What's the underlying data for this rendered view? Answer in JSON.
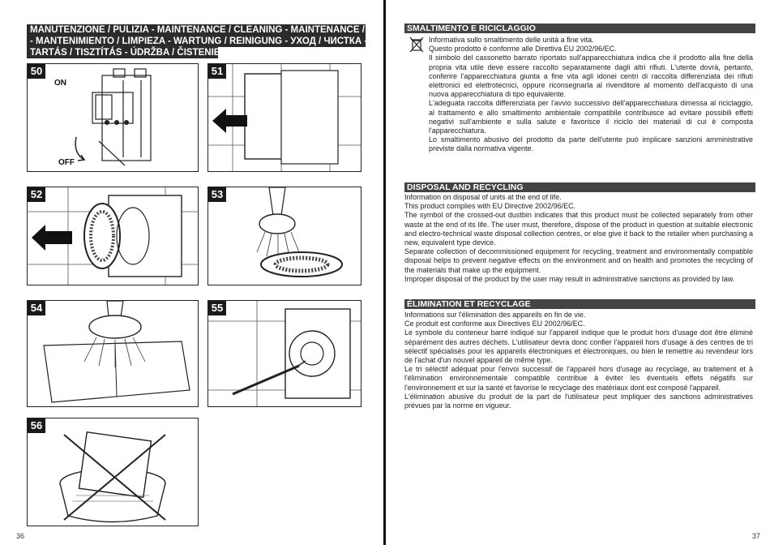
{
  "left_page": {
    "header_lines": [
      "MANUTENZIONE / PULIZIA - MAINTENANCE / CLEANING - MAINTENANCE / NETTOYAGE",
      "- MANTENIMIENTO / LIMPIEZA - WARTUNG / REINIGUNG - УХОД / ЧИСТКА - KARBAN-",
      "TARTÁS / TISZTÍTÁS - ÚDRŽBA / ČISTENIE"
    ],
    "figures": [
      {
        "num": "50",
        "on": "ON",
        "off": "OFF"
      },
      {
        "num": "51"
      },
      {
        "num": "52"
      },
      {
        "num": "53"
      },
      {
        "num": "54"
      },
      {
        "num": "55"
      },
      {
        "num": "56"
      }
    ],
    "page_number": "36"
  },
  "right_page": {
    "sections": [
      {
        "title": "SMALTIMENTO E RICICLAGGIO",
        "paragraphs": [
          "Informativa sullo smaltimento delle unità a fine vita.",
          "Questo prodotto è conforme alle Direttiva EU 2002/96/EC.",
          "Il simbolo del cassonetto barrato riportato sull'apparecchiatura indica che il prodotto alla fine della propria vita utile deve essere raccolto separatamente dagli altri rifiuti. L'utente dovrà, pertanto, conferire l'apparecchiatura giunta a fine vita agli idonei centri di raccolta differenziata dei rifiuti elettronici ed elettrotecnici, oppure riconsegnarla al rivenditore al momento dell'acquisto di una nuova apparecchiatura di tipo equivalente.",
          "L'adeguata raccolta differenziata per l'avvio successivo dell'apparecchiatura dimessa al riciclaggio, al trattamento e allo smaltimento ambientale compatibile contribuisce ad evitare possibili effetti negativi sull'ambiente e sulla salute e favorisce il riciclo dei materiali di cui è composta l'apparecchiatura.",
          "Lo smaltimento abusivo del prodotto da parte dell'utente può implicare sanzioni amministrative previste dalla normativa vigente."
        ]
      },
      {
        "title": "DISPOSAL AND RECYCLING",
        "paragraphs": [
          "Information on disposal of units at the end of life.",
          "This product complies with EU Directive 2002/96/EC.",
          "The symbol of the crossed-out dustbin indicates that this product must be collected separately from other waste at the end of its life. The user must, therefore, dispose of the product in question at suitable electronic and electro-technical waste disposal collection centres, or else give it back to the retailer when purchasing a new, equivalent type device.",
          "Separate collection of decommissioned equipment for recycling, treatment and environmentally compatible disposal helps to prevent negative effects on the environment and on health and promotes the recycling of the materials that make up the equipment.",
          "Improper disposal of the product by the user may result in administrative sanctions as provided by law."
        ]
      },
      {
        "title": "ÉLIMINATION ET RECYCLAGE",
        "paragraphs": [
          "Informations sur l'élimination des appareils en fin de vie.",
          "Ce produit est conforme aux Directives EU 2002/96/EC.",
          "Le symbole du conteneur barré indiqué sur l'appareil indique que le produit hors d'usage doit être éliminé séparément des autres déchets. L'utilisateur devra donc confier l'appareil hors d'usage à des centres de tri sélectif spécialisés pour les appareils électroniques et électroniques, ou bien le remettre au revendeur lors de l'achat d'un nouvel appareil de même type.",
          "Le tri sélectif adéquat pour l'envoi successif de l'appareil hors d'usage au recyclage, au traitement et à l'élimination environnementale compatible contribue à éviter les éventuels effets négatifs sur l'environnement et sur la santé et favorise le recyclage des matériaux dont est composé l'appareil.",
          "L'élimination abusive du produit de la part de l'utilisateur peut impliquer des sanctions administratives prévues par la norme en vigueur."
        ]
      }
    ],
    "page_number": "37"
  }
}
